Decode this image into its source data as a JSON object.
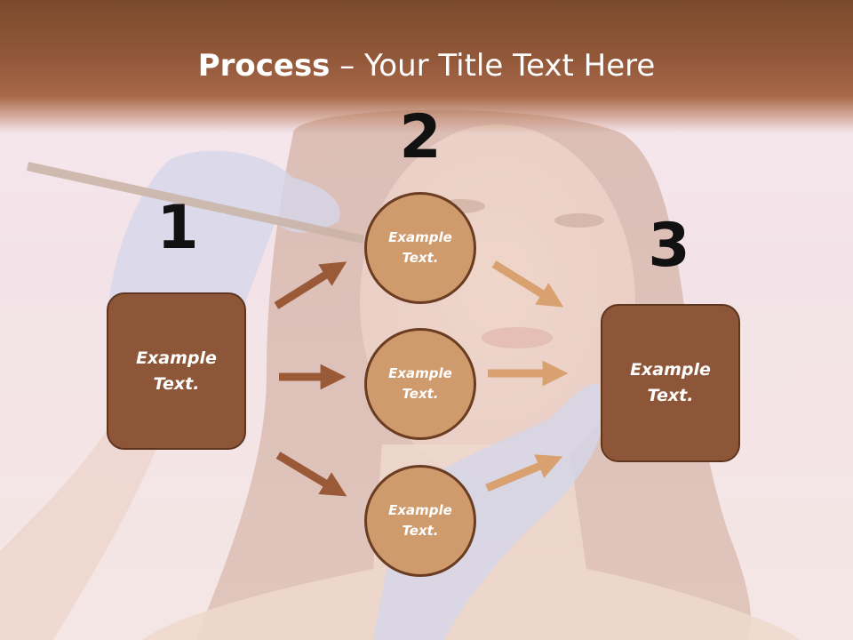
{
  "title": {
    "bold": "Process",
    "rest": " – Your Title Text Here"
  },
  "steps": {
    "one": {
      "number": "1",
      "text": "Example\nText."
    },
    "two": {
      "number": "2"
    },
    "three": {
      "number": "3",
      "text": "Example\nText."
    }
  },
  "circles": [
    {
      "text": "Example\nText."
    },
    {
      "text": "Example\nText."
    },
    {
      "text": "Example\nText."
    }
  ],
  "colors": {
    "title_band": "#93583a",
    "box_fill": "#8e5638",
    "circle_fill": "#cf9a6c",
    "arrow_left": "#9a5a38",
    "arrow_right": "#d9a070"
  }
}
